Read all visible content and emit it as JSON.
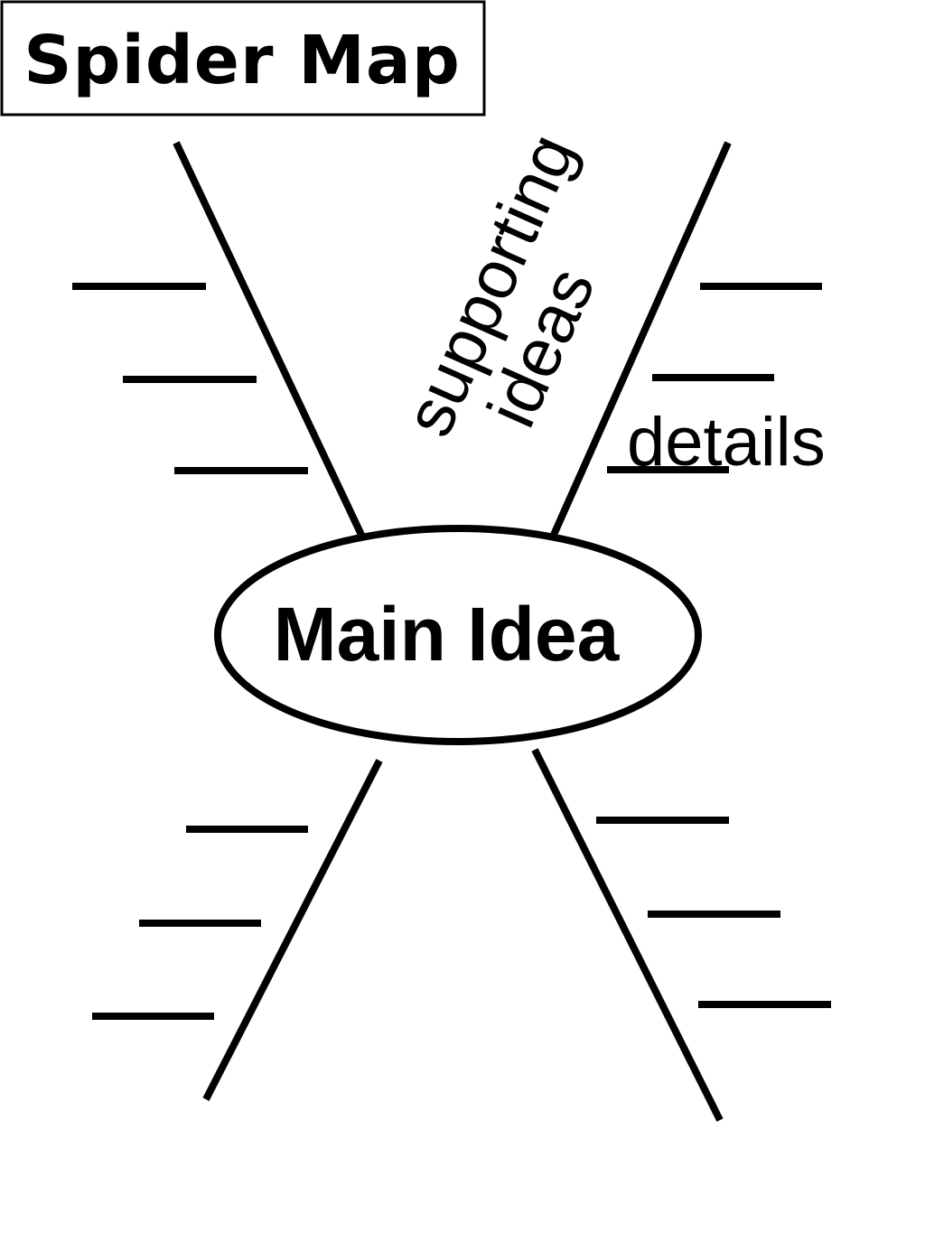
{
  "title": "Spider Map",
  "center_label": "Main Idea",
  "annotations": {
    "supporting_ideas_line1": "supporting",
    "supporting_ideas_line2": "ideas",
    "details": "details"
  },
  "colors": {
    "ink": "#000000",
    "background": "#ffffff"
  }
}
